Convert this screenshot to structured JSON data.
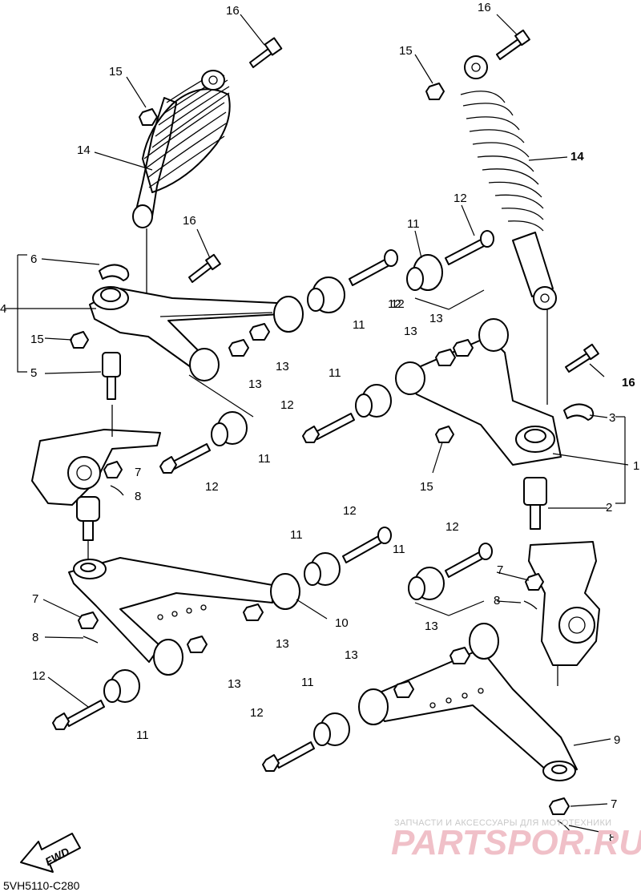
{
  "diagram_code": "5VH5110-C280",
  "fwd_label": "FWD",
  "watermark": {
    "caption": "ЗАПЧАСТИ И АКСЕССУАРЫ ДЛЯ МОТОТЕХНИКИ",
    "brand": "PARTSPOR.RU"
  },
  "callouts": {
    "c16a": "16",
    "c15a": "15",
    "c14a": "14",
    "c16b": "16",
    "c6": "6",
    "c4": "4",
    "c15b": "15",
    "c5": "5",
    "c13a": "13",
    "c13b": "13",
    "c11a": "11",
    "c12a": "12",
    "c11b": "11",
    "c12b": "12",
    "c7a": "7",
    "c8a": "8",
    "c16c": "16",
    "c15c": "15",
    "c14b": "14",
    "c11c": "11",
    "c12c": "12",
    "c12d": "12",
    "c13c": "13",
    "c13d": "13",
    "c16d": "16",
    "c11d": "11",
    "c12e": "12",
    "c3": "3",
    "c1": "1",
    "c15d": "15",
    "c2": "2",
    "c12f": "12",
    "c11e": "11",
    "c10": "10",
    "c13e": "13",
    "c7b": "7",
    "c8b": "8",
    "c13f": "13",
    "c12g": "12",
    "c11f": "11",
    "c12h": "12",
    "c11g": "11",
    "c7c": "7",
    "c8c": "8",
    "c13g": "13",
    "c13h": "13",
    "c11h": "11",
    "c12i": "12",
    "c9": "9",
    "c7d": "7",
    "c8d": "8"
  }
}
